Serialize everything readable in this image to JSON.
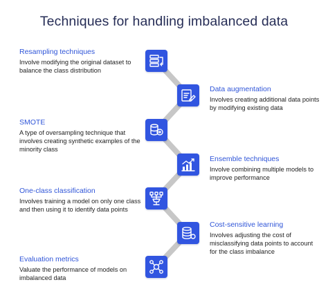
{
  "title": "Techniques for handling imbalanced data",
  "colors": {
    "node_fill": "#3155e0",
    "name_text": "#2f55d8",
    "title_text": "#262d56",
    "connector": "#c7c7c7"
  },
  "techniques": [
    {
      "name": "Resampling techniques",
      "description": "Involve modifying the original dataset to balance the class distribution",
      "icon": "dataset-transfer-icon",
      "side": "left"
    },
    {
      "name": "Data augmentation",
      "description": "Involves creating additional data points by modifying existing data",
      "icon": "document-edit-icon",
      "side": "right"
    },
    {
      "name": "SMOTE",
      "description": "A type of oversampling technique that involves creating synthetic examples of the minority class",
      "icon": "database-sync-icon",
      "side": "left"
    },
    {
      "name": "Ensemble techniques",
      "description": "Involve combining multiple models to improve performance",
      "icon": "growth-chart-icon",
      "side": "right"
    },
    {
      "name": "One-class classification",
      "description": "Involves training a model on only one class and then using it to identify data points",
      "icon": "classification-tree-icon",
      "side": "left"
    },
    {
      "name": "Cost-sensitive learning",
      "description": "Involves adjusting the cost of misclassifying data points to account for the class imbalance",
      "icon": "database-cost-icon",
      "side": "right"
    },
    {
      "name": "Evaluation metrics",
      "description": "Valuate the performance of models on imbalanced data",
      "icon": "metrics-network-icon",
      "side": "left"
    }
  ]
}
